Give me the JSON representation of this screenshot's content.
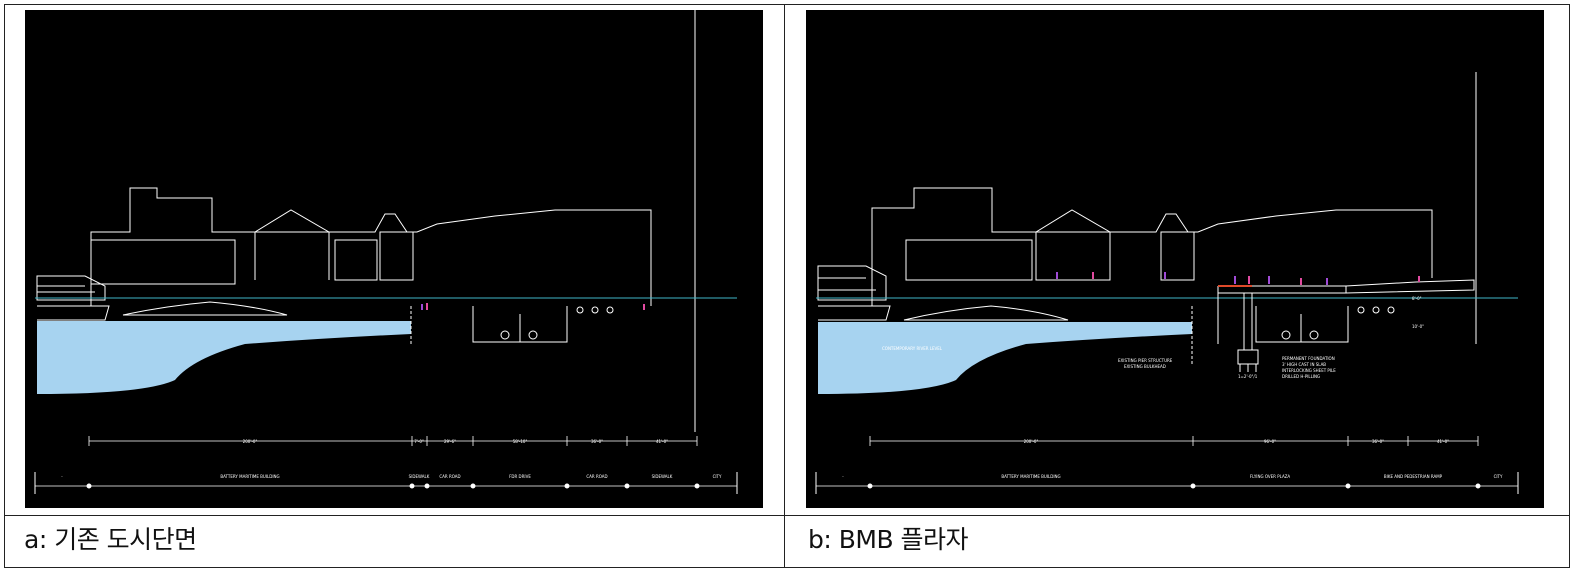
{
  "figure": {
    "captions": {
      "a": "a: 기존 도시단면",
      "b": "b: BMB 플라자"
    }
  },
  "panel_a": {
    "dimensions": [
      "200'-0\"",
      "7'-0\"",
      "29'-6\"",
      "58'-10\"",
      "36'-0\"",
      "41'-0\""
    ],
    "zones": [
      "-",
      "BATTERY MARITIME BUILDING",
      "SIDEWALK",
      "CAR ROAD",
      "FDR DRIVE",
      "CAR ROAD",
      "SIDEWALK",
      "CITY"
    ]
  },
  "panel_b": {
    "dimensions": [
      "200'-0\"",
      "96'-0\"",
      "36'-0\"",
      "41'-0\""
    ],
    "zones": [
      "-",
      "BATTERY MARITIME BUILDING",
      "FLYING OVER PLAZA",
      "BIKE AND PEDESTRIAN RAMP",
      "CITY"
    ],
    "annotations": {
      "river": "CONTEMPORARY RIVER LEVEL",
      "existing_1": "EXISTING PIER STRUCTURE",
      "existing_2": "EXISTING BULKHEAD",
      "found_1": "PERMANENT FOUNDATION",
      "found_2": "3' HIGH CAST IN SLAB",
      "found_3": "INTERLOCKING SHEET PILE",
      "found_4": "DRILLED H-PILLING",
      "height": "10'-0\"",
      "height2": "8'-0\"",
      "scale": "1=2'-0\"/1"
    }
  },
  "colors": {
    "background": "#000000",
    "water": "#a7d3f0",
    "waterline": "#3fb6c8",
    "people": "#a04bd6",
    "people_alt": "#e24aa0",
    "plaza_edge": "#e04a2a"
  }
}
